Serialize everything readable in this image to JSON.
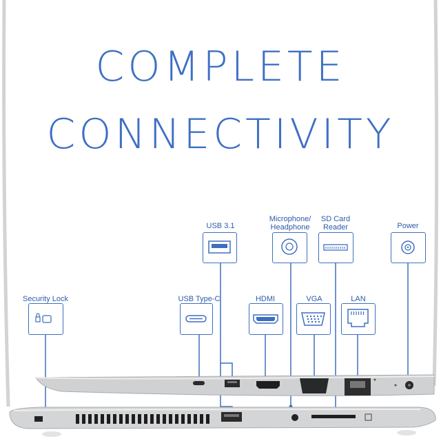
{
  "headline": {
    "line1": "COMPLETE",
    "line2": "CONNECTIVITY"
  },
  "ports": {
    "security_lock": "Security Lock",
    "usb_type_c": "USB Type-C",
    "usb_31": "USB 3.1",
    "hdmi": "HDMI",
    "microphone_line1": "Microphone/",
    "microphone_line2": "Headphone",
    "vga": "VGA",
    "sd_line1": "SD Card",
    "sd_line2": "Reader",
    "lan": "LAN",
    "power": "Power"
  },
  "colors": {
    "accent": "#3f6fc4",
    "line": "#3d6fbf",
    "chassis": "#c9cbcd"
  },
  "icons": [
    "padlock-icon",
    "usb-c-icon",
    "usb-a-icon",
    "hdmi-icon",
    "headphone-jack-icon",
    "vga-icon",
    "sd-card-icon",
    "ethernet-icon",
    "power-dc-icon"
  ]
}
